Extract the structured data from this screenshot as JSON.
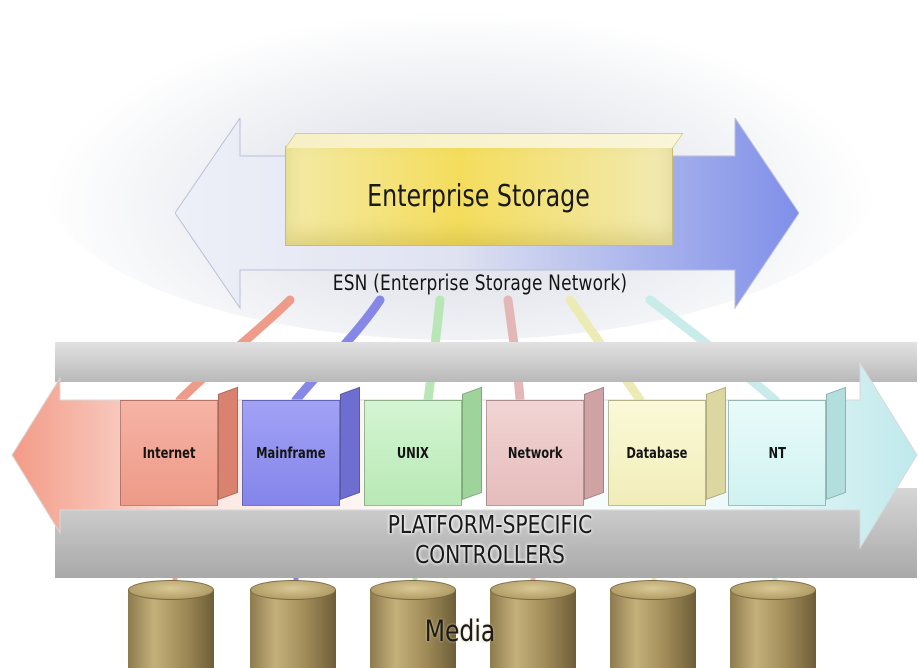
{
  "diagram": {
    "storage_title": "Enterprise Storage",
    "esn_label": "ESN (Enterprise Storage Network)",
    "platform_label_line1": "PLATFORM-SPECIFIC",
    "platform_label_line2": "CONTROLLERS",
    "media_label": "Media",
    "controllers": [
      {
        "label": "Internet",
        "color": "#f3a08f",
        "side": "#d9826f"
      },
      {
        "label": "Mainframe",
        "color": "#8e8ff0",
        "side": "#6d6ed0"
      },
      {
        "label": "UNIX",
        "color": "#c3f0c0",
        "side": "#9fd39c"
      },
      {
        "label": "Network",
        "color": "#ebc3c3",
        "side": "#cfa3a3"
      },
      {
        "label": "Database",
        "color": "#f6f3c2",
        "side": "#dcd7a0"
      },
      {
        "label": "NT",
        "color": "#d8f7f6",
        "side": "#b2dfde"
      }
    ],
    "colors": {
      "esn_arrow_left": "#dfe2f1",
      "esn_arrow_right": "#7f8fe9",
      "platform_arrow_left": "#f39b87",
      "platform_arrow_right": "#bfe9ec"
    }
  }
}
